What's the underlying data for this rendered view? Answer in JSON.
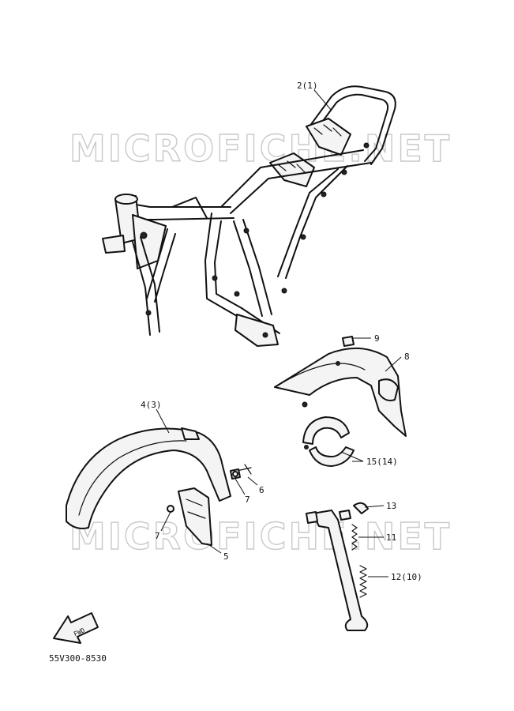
{
  "watermark": "MICROFICHE.NET",
  "diagram_code": "55V300-8530",
  "fwd_label": "FWD",
  "callouts": {
    "c2": "2(1)",
    "c9": "9",
    "c8": "8",
    "c4": "4(3)",
    "c15": "15(14)",
    "c6": "6",
    "c7a": "7",
    "c7b": "7",
    "c5": "5",
    "c13": "13",
    "c11": "11",
    "c12": "12(10)"
  }
}
